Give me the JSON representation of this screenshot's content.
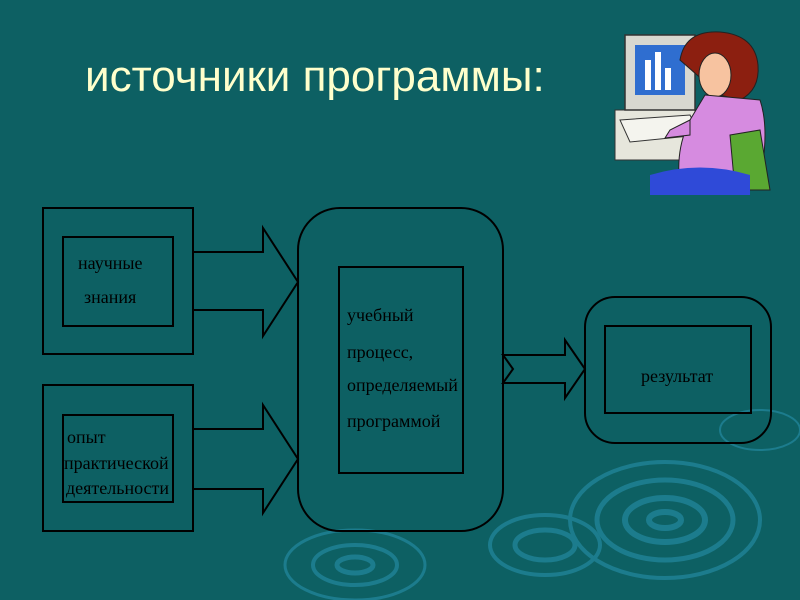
{
  "title": "источники программы:",
  "nodes": {
    "science": {
      "line1": "научные",
      "line2": "знания"
    },
    "experience": {
      "line1": "опыт",
      "line2": "практической",
      "line3": "деятельности"
    },
    "process": {
      "line1": "учебный",
      "line2": "процесс,",
      "line3": "определяемый",
      "line4": "программой"
    },
    "result": {
      "label": "результат"
    }
  },
  "colors": {
    "background": "#0d6063",
    "title": "#ffffcc",
    "stroke": "#000000"
  },
  "illustration": {
    "icon": "woman-at-computer-icon"
  }
}
